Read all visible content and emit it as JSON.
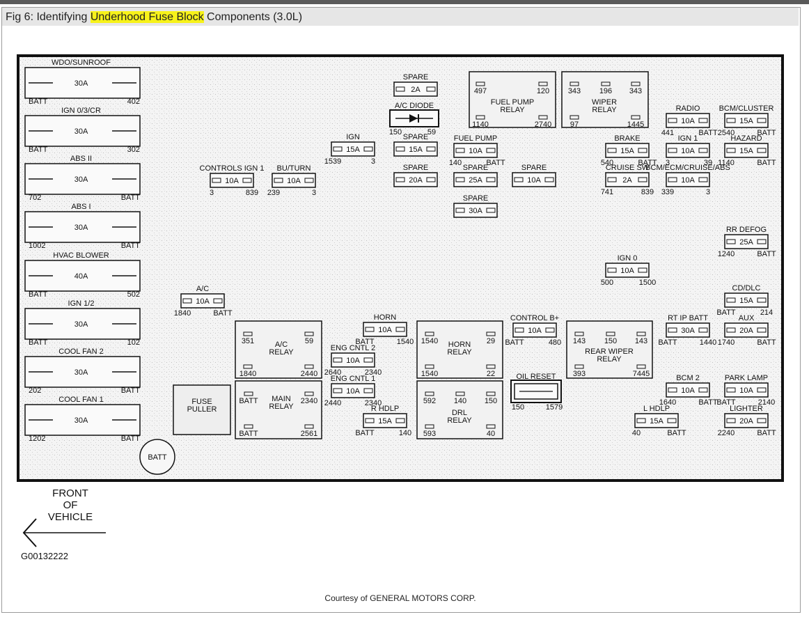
{
  "header": {
    "title_prefix": "Fig 6: Identifying ",
    "title_highlight": "Underhood Fuse Block",
    "title_suffix": " Components (3.0L)",
    "highlight_color": "#f7f21a"
  },
  "diagram": {
    "large_fuses": [
      {
        "name": "WDO/SUNROOF",
        "amp": "30A",
        "left": "BATT",
        "right": "402"
      },
      {
        "name": "IGN 0/3/CR",
        "amp": "30A",
        "left": "BATT",
        "right": "302"
      },
      {
        "name": "ABS II",
        "amp": "30A",
        "left": "702",
        "right": "BATT"
      },
      {
        "name": "ABS I",
        "amp": "30A",
        "left": "1002",
        "right": "BATT"
      },
      {
        "name": "HVAC BLOWER",
        "amp": "40A",
        "left": "BATT",
        "right": "502"
      },
      {
        "name": "IGN 1/2",
        "amp": "30A",
        "left": "BATT",
        "right": "102"
      },
      {
        "name": "COOL FAN 2",
        "amp": "30A",
        "left": "202",
        "right": "BATT"
      },
      {
        "name": "COOL FAN 1",
        "amp": "30A",
        "left": "1202",
        "right": "BATT"
      }
    ],
    "mini_fuses": [
      {
        "name": "SPARE",
        "amp": "2A",
        "left": "",
        "right": ""
      },
      {
        "name": "IGN",
        "amp": "15A",
        "left": "1539",
        "right": "3"
      },
      {
        "name": "SPARE",
        "amp": "15A",
        "left": "",
        "right": ""
      },
      {
        "name": "FUEL PUMP",
        "amp": "10A",
        "left": "140",
        "right": "BATT"
      },
      {
        "name": "CONTROLS IGN 1",
        "amp": "10A",
        "left": "3",
        "right": "839"
      },
      {
        "name": "BU/TURN",
        "amp": "10A",
        "left": "239",
        "right": "3"
      },
      {
        "name": "SPARE",
        "amp": "20A",
        "left": "",
        "right": ""
      },
      {
        "name": "SPARE",
        "amp": "25A",
        "left": "",
        "right": ""
      },
      {
        "name": "SPARE",
        "amp": "10A",
        "left": "",
        "right": ""
      },
      {
        "name": "SPARE",
        "amp": "30A",
        "left": "",
        "right": ""
      },
      {
        "name": "RADIO",
        "amp": "10A",
        "left": "441",
        "right": "BATT"
      },
      {
        "name": "BCM/CLUSTER",
        "amp": "15A",
        "left": "2540",
        "right": "BATT"
      },
      {
        "name": "BRAKE",
        "amp": "15A",
        "left": "540",
        "right": "BATT"
      },
      {
        "name": "IGN 1",
        "amp": "10A",
        "left": "3",
        "right": "39"
      },
      {
        "name": "HAZARD",
        "amp": "15A",
        "left": "1140",
        "right": "BATT"
      },
      {
        "name": "CRUISE SW",
        "amp": "2A",
        "left": "741",
        "right": "839"
      },
      {
        "name": "BCM/ECM/CRUISE/ABS",
        "amp": "10A",
        "left": "339",
        "right": "3"
      },
      {
        "name": "RR DEFOG",
        "amp": "25A",
        "left": "1240",
        "right": "BATT"
      },
      {
        "name": "IGN 0",
        "amp": "10A",
        "left": "500",
        "right": "1500"
      },
      {
        "name": "CD/DLC",
        "amp": "15A",
        "left": "BATT",
        "right": "214"
      },
      {
        "name": "A/C",
        "amp": "10A",
        "left": "1840",
        "right": "BATT"
      },
      {
        "name": "HORN",
        "amp": "10A",
        "left": "BATT",
        "right": "1540"
      },
      {
        "name": "ENG CNTL 2",
        "amp": "10A",
        "left": "2640",
        "right": "2340"
      },
      {
        "name": "ENG CNTL 1",
        "amp": "10A",
        "left": "2440",
        "right": "2340"
      },
      {
        "name": "R HDLP",
        "amp": "15A",
        "left": "BATT",
        "right": "140"
      },
      {
        "name": "CONTROL B+",
        "amp": "10A",
        "left": "BATT",
        "right": "480"
      },
      {
        "name": "RT IP BATT",
        "amp": "30A",
        "left": "BATT",
        "right": "1440"
      },
      {
        "name": "AUX",
        "amp": "20A",
        "left": "1740",
        "right": "BATT"
      },
      {
        "name": "BCM 2",
        "amp": "10A",
        "left": "1640",
        "right": "BATT"
      },
      {
        "name": "PARK LAMP",
        "amp": "10A",
        "left": "BATT",
        "right": "2140"
      },
      {
        "name": "L HDLP",
        "amp": "15A",
        "left": "40",
        "right": "BATT"
      },
      {
        "name": "LIGHTER",
        "amp": "20A",
        "left": "2240",
        "right": "BATT"
      }
    ],
    "relays": [
      {
        "name": "FUEL PUMP RELAY",
        "lines": [
          "FUEL PUMP",
          "RELAY"
        ],
        "pins": [
          "497",
          "120",
          "1140",
          "2740"
        ]
      },
      {
        "name": "WIPER RELAY",
        "lines": [
          "WIPER",
          "RELAY"
        ],
        "pins": [
          "343",
          "196",
          "343",
          "97",
          "1445"
        ]
      },
      {
        "name": "A/C RELAY",
        "lines": [
          "A/C",
          "RELAY"
        ],
        "pins": [
          "351",
          "59",
          "1840",
          "2440"
        ]
      },
      {
        "name": "HORN RELAY",
        "lines": [
          "HORN",
          "RELAY"
        ],
        "pins": [
          "1540",
          "29",
          "1540",
          "22"
        ]
      },
      {
        "name": "REAR WIPER RELAY",
        "lines": [
          "REAR WIPER",
          "RELAY"
        ],
        "pins": [
          "143",
          "150",
          "143",
          "393",
          "7445"
        ]
      },
      {
        "name": "MAIN RELAY",
        "lines": [
          "MAIN",
          "RELAY"
        ],
        "pins": [
          "BATT",
          "2340",
          "BATT",
          "2561"
        ]
      },
      {
        "name": "DRL RELAY",
        "lines": [
          "DRL",
          "RELAY"
        ],
        "pins": [
          "592",
          "140",
          "150",
          "593",
          "40"
        ]
      }
    ],
    "ac_diode": {
      "name": "A/C DIODE",
      "left": "150",
      "right": "59"
    },
    "oil_reset": {
      "name": "OIL RESET",
      "left": "150",
      "right": "1579"
    },
    "fuse_puller": [
      "FUSE",
      "PULLER"
    ],
    "batt_label": "BATT",
    "front_lines": [
      "FRONT",
      "OF",
      "VEHICLE"
    ],
    "image_id": "G00132222"
  },
  "footer": {
    "credit": "Courtesy of GENERAL MOTORS CORP."
  }
}
